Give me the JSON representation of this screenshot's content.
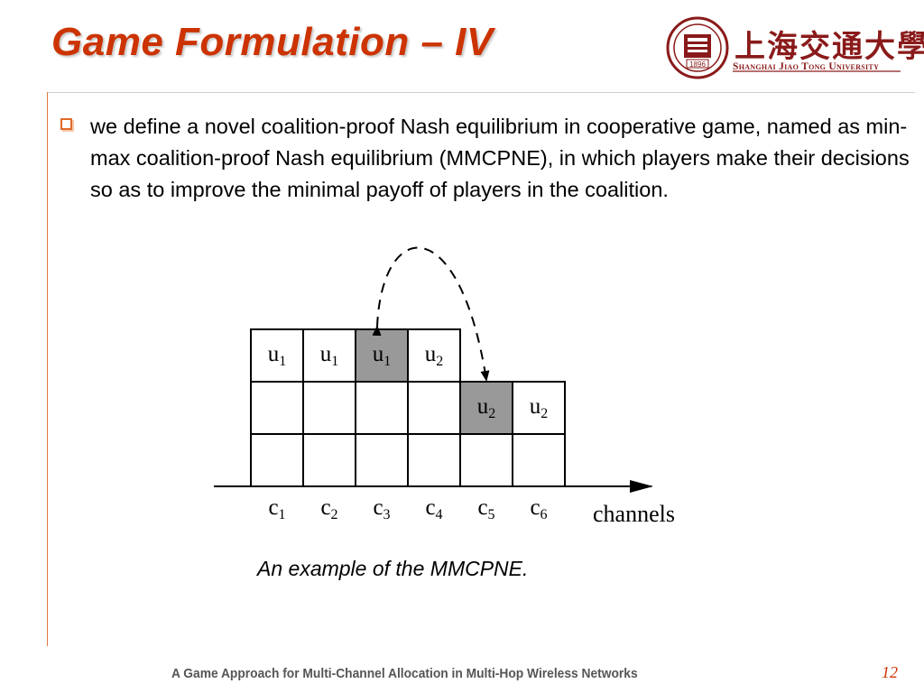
{
  "slide": {
    "title": "Game Formulation – IV",
    "logo": {
      "chinese_name": "上海交通大學",
      "english_name": "Shanghai Jiao Tong University",
      "seal_year": "1896"
    },
    "bullet": "we define a novel coalition-proof Nash equilibrium in cooperative game, named as min-max coalition-proof Nash equilibrium (MMCPNE), in which players make their decisions so as to improve the minimal payoff of players in the coalition.",
    "caption": "An example of the MMCPNE.",
    "footer": "A Game Approach for Multi-Channel Allocation in Multi-Hop Wireless Networks",
    "page_number": "12",
    "colors": {
      "title": "#cc3300",
      "bullet": "#e06a2a",
      "highlight_cell": "#999999",
      "logo": "#8a1a1a"
    }
  },
  "diagram": {
    "axis_label": "channels",
    "channels": [
      {
        "base": "c",
        "sub": "1"
      },
      {
        "base": "c",
        "sub": "2"
      },
      {
        "base": "c",
        "sub": "3"
      },
      {
        "base": "c",
        "sub": "4"
      },
      {
        "base": "c",
        "sub": "5"
      },
      {
        "base": "c",
        "sub": "6"
      }
    ],
    "cells": [
      {
        "col": 0,
        "row": 0,
        "base": "u",
        "sub": "1",
        "shaded": false
      },
      {
        "col": 1,
        "row": 0,
        "base": "u",
        "sub": "1",
        "shaded": false
      },
      {
        "col": 2,
        "row": 0,
        "base": "u",
        "sub": "1",
        "shaded": true
      },
      {
        "col": 3,
        "row": 0,
        "base": "u",
        "sub": "2",
        "shaded": false
      },
      {
        "col": 4,
        "row": 1,
        "base": "u",
        "sub": "2",
        "shaded": true
      },
      {
        "col": 5,
        "row": 1,
        "base": "u",
        "sub": "2",
        "shaded": false
      }
    ],
    "column_heights": [
      3,
      3,
      3,
      3,
      2,
      2
    ],
    "swap": {
      "from_col": 2,
      "from_row": 0,
      "to_col": 4,
      "to_row": 1,
      "style": "dashed",
      "bidirectional": true
    }
  }
}
